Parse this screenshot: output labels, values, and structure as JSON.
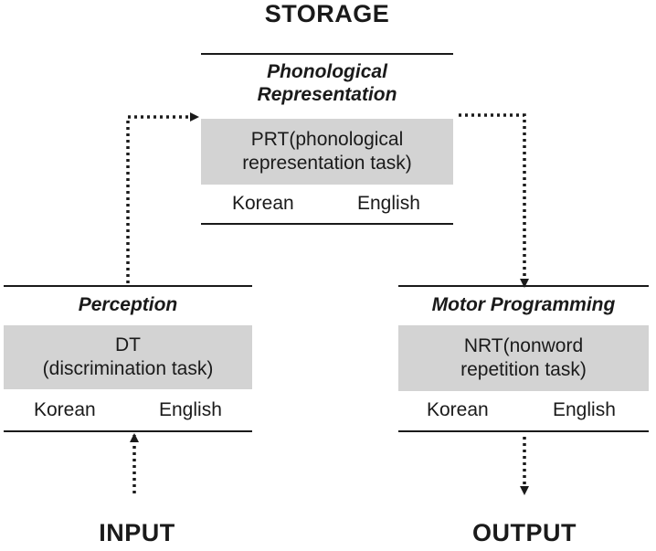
{
  "storage": {
    "title": "STORAGE",
    "heading_line1": "Phonological",
    "heading_line2": "Representation",
    "task_line1": "PRT(phonological",
    "task_line2": "representation task)",
    "lang_left": "Korean",
    "lang_right": "English"
  },
  "perception": {
    "heading": "Perception",
    "task_line1": "DT",
    "task_line2": "(discrimination task)",
    "lang_left": "Korean",
    "lang_right": "English"
  },
  "motor": {
    "heading": "Motor Programming",
    "task_line1": "NRT(nonword",
    "task_line2": "repetition task)",
    "lang_left": "Korean",
    "lang_right": "English"
  },
  "input_label": "INPUT",
  "output_label": "OUTPUT"
}
